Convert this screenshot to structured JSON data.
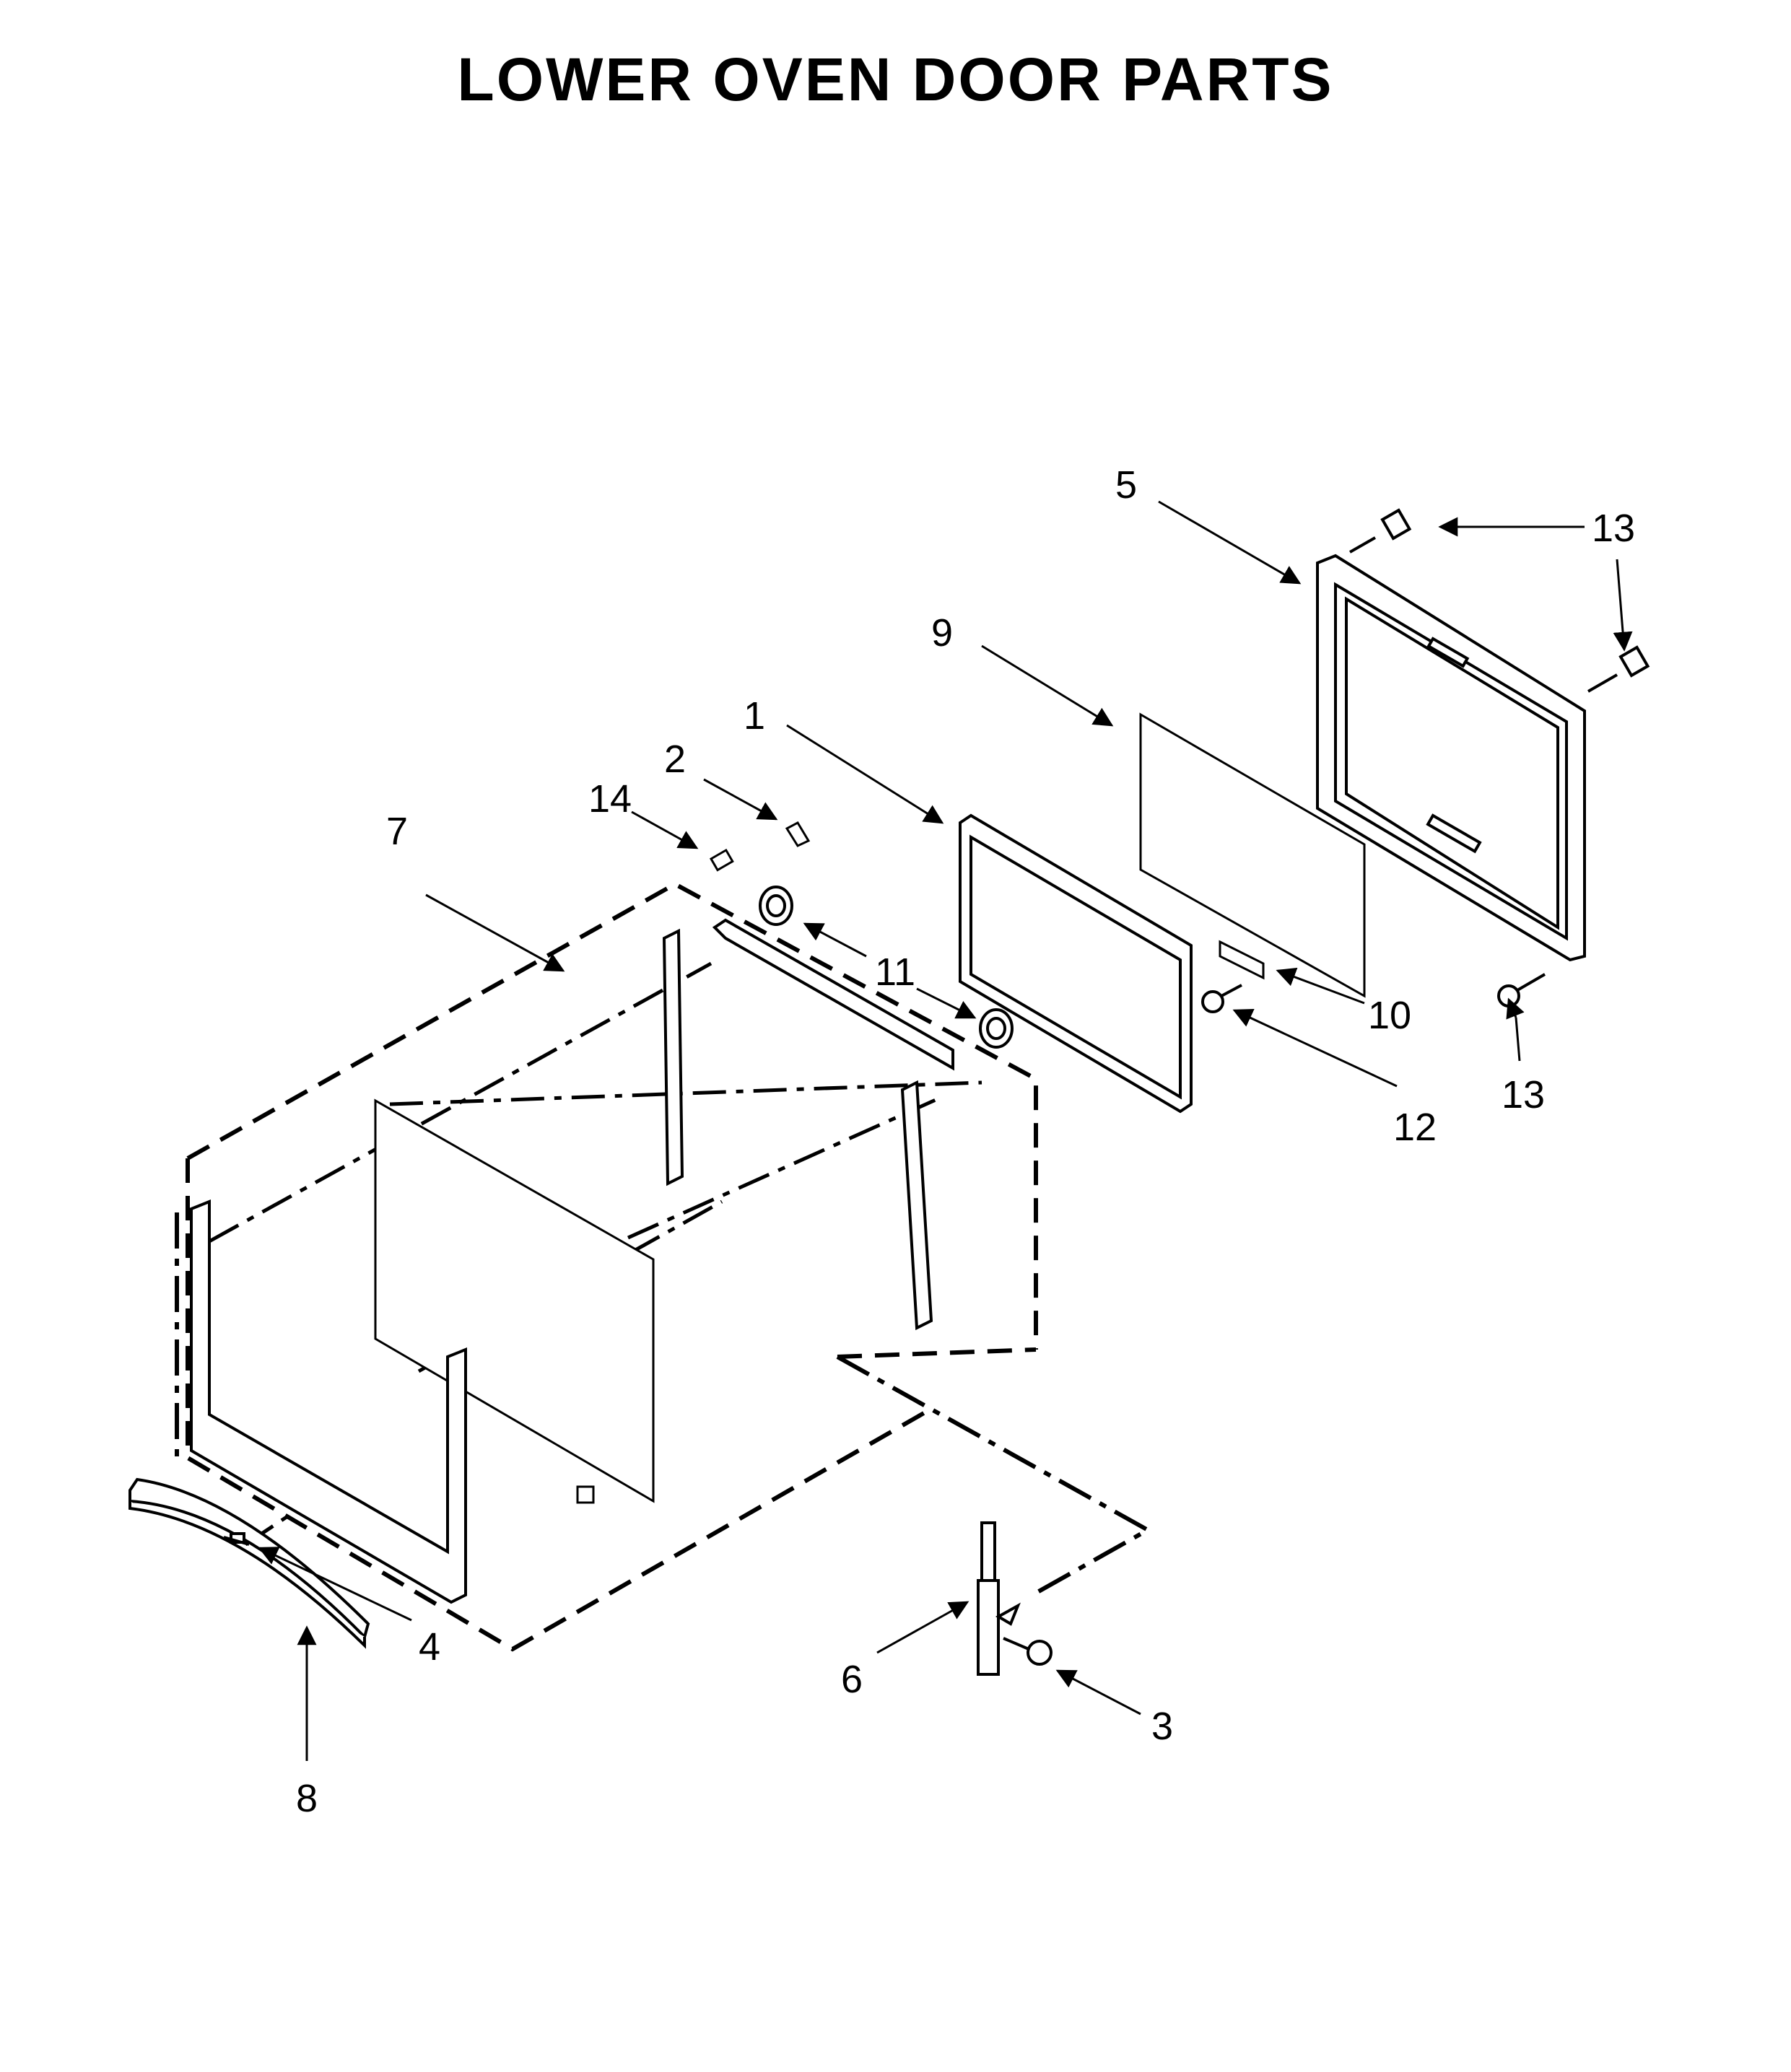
{
  "title": "LOWER OVEN DOOR PARTS",
  "callouts": [
    "1",
    "2",
    "3",
    "4",
    "5",
    "6",
    "7",
    "8",
    "9",
    "10",
    "11",
    "12",
    "13",
    "14"
  ],
  "callout_13_repeat": [
    "13",
    "13"
  ],
  "callout_11_repeat": "11"
}
